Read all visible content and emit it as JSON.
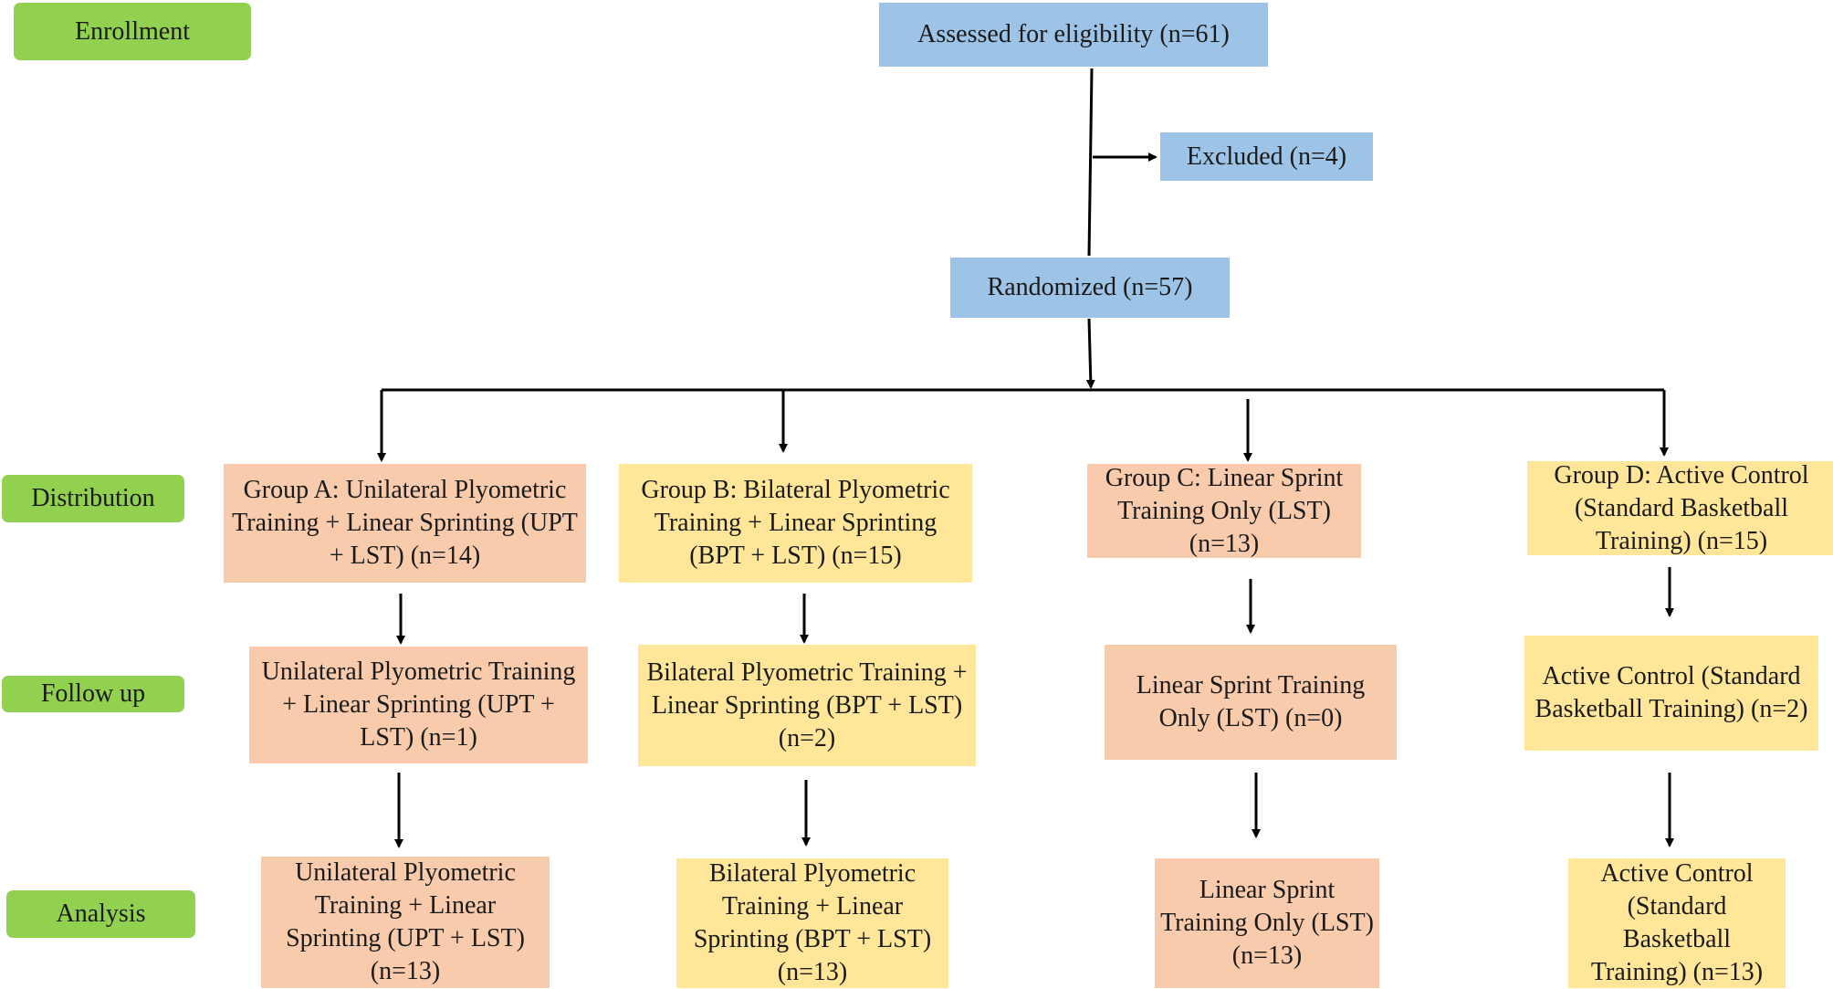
{
  "stages": {
    "enrollment": "Enrollment",
    "distribution": "Distribution",
    "follow_up": "Follow up",
    "analysis": "Analysis"
  },
  "enrollment": {
    "assessed": "Assessed for eligibility (n=61)",
    "excluded": "Excluded (n=4)",
    "randomized": "Randomized (n=57)"
  },
  "groups": [
    {
      "distribution": "Group A: Unilateral Plyometric Training + Linear Sprinting (UPT + LST) (n=14)",
      "follow_up": "Unilateral Plyometric Training + Linear Sprinting (UPT + LST) (n=1)",
      "analysis": "Unilateral Plyometric Training + Linear Sprinting (UPT + LST) (n=13)"
    },
    {
      "distribution": "Group B: Bilateral Plyometric Training + Linear Sprinting (BPT + LST) (n=15)",
      "follow_up": "Bilateral Plyometric Training + Linear Sprinting (BPT + LST) (n=2)",
      "analysis": "Bilateral Plyometric Training + Linear Sprinting (BPT + LST) (n=13)"
    },
    {
      "distribution": "Group C: Linear Sprint Training Only (LST) (n=13)",
      "follow_up": "Linear Sprint Training Only (LST) (n=0)",
      "analysis": "Linear Sprint Training Only (LST) (n=13)"
    },
    {
      "distribution": "Group D: Active Control (Standard Basketball Training) (n=15)",
      "follow_up": "Active Control (Standard Basketball Training) (n=2)",
      "analysis": "Active Control (Standard Basketball Training) (n=13)"
    }
  ],
  "colors": {
    "stage_label": "#92d050",
    "enrollment_box": "#9dc3e6",
    "group_orange": "#f8cbad",
    "group_yellow": "#ffe699"
  }
}
